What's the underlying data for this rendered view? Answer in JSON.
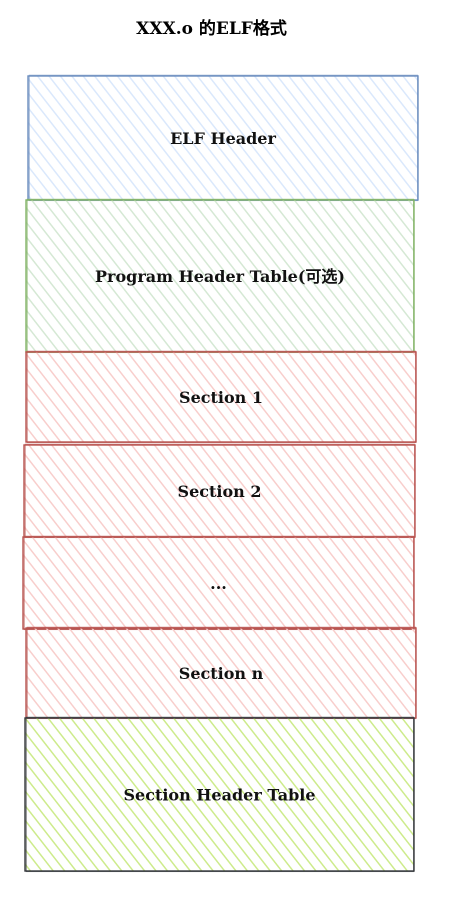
{
  "title": "XXX.o 的ELF格式",
  "blocks": [
    {
      "label": "ELF Header",
      "stroke": "#6c8ebf",
      "fill": "#dae8fc"
    },
    {
      "label": "Program Header Table(可选)",
      "stroke": "#82b366",
      "fill": "#d5e8d4"
    },
    {
      "label": "Section 1",
      "stroke": "#b85450",
      "fill": "#f8cecc"
    },
    {
      "label": "Section 2",
      "stroke": "#b85450",
      "fill": "#f8cecc"
    },
    {
      "label": "...",
      "stroke": "#b85450",
      "fill": "#f8cecc"
    },
    {
      "label": "Section n",
      "stroke": "#b85450",
      "fill": "#f8cecc"
    },
    {
      "label": "Section Header Table",
      "stroke": "#36393d",
      "fill": "#cdeb8b"
    }
  ]
}
